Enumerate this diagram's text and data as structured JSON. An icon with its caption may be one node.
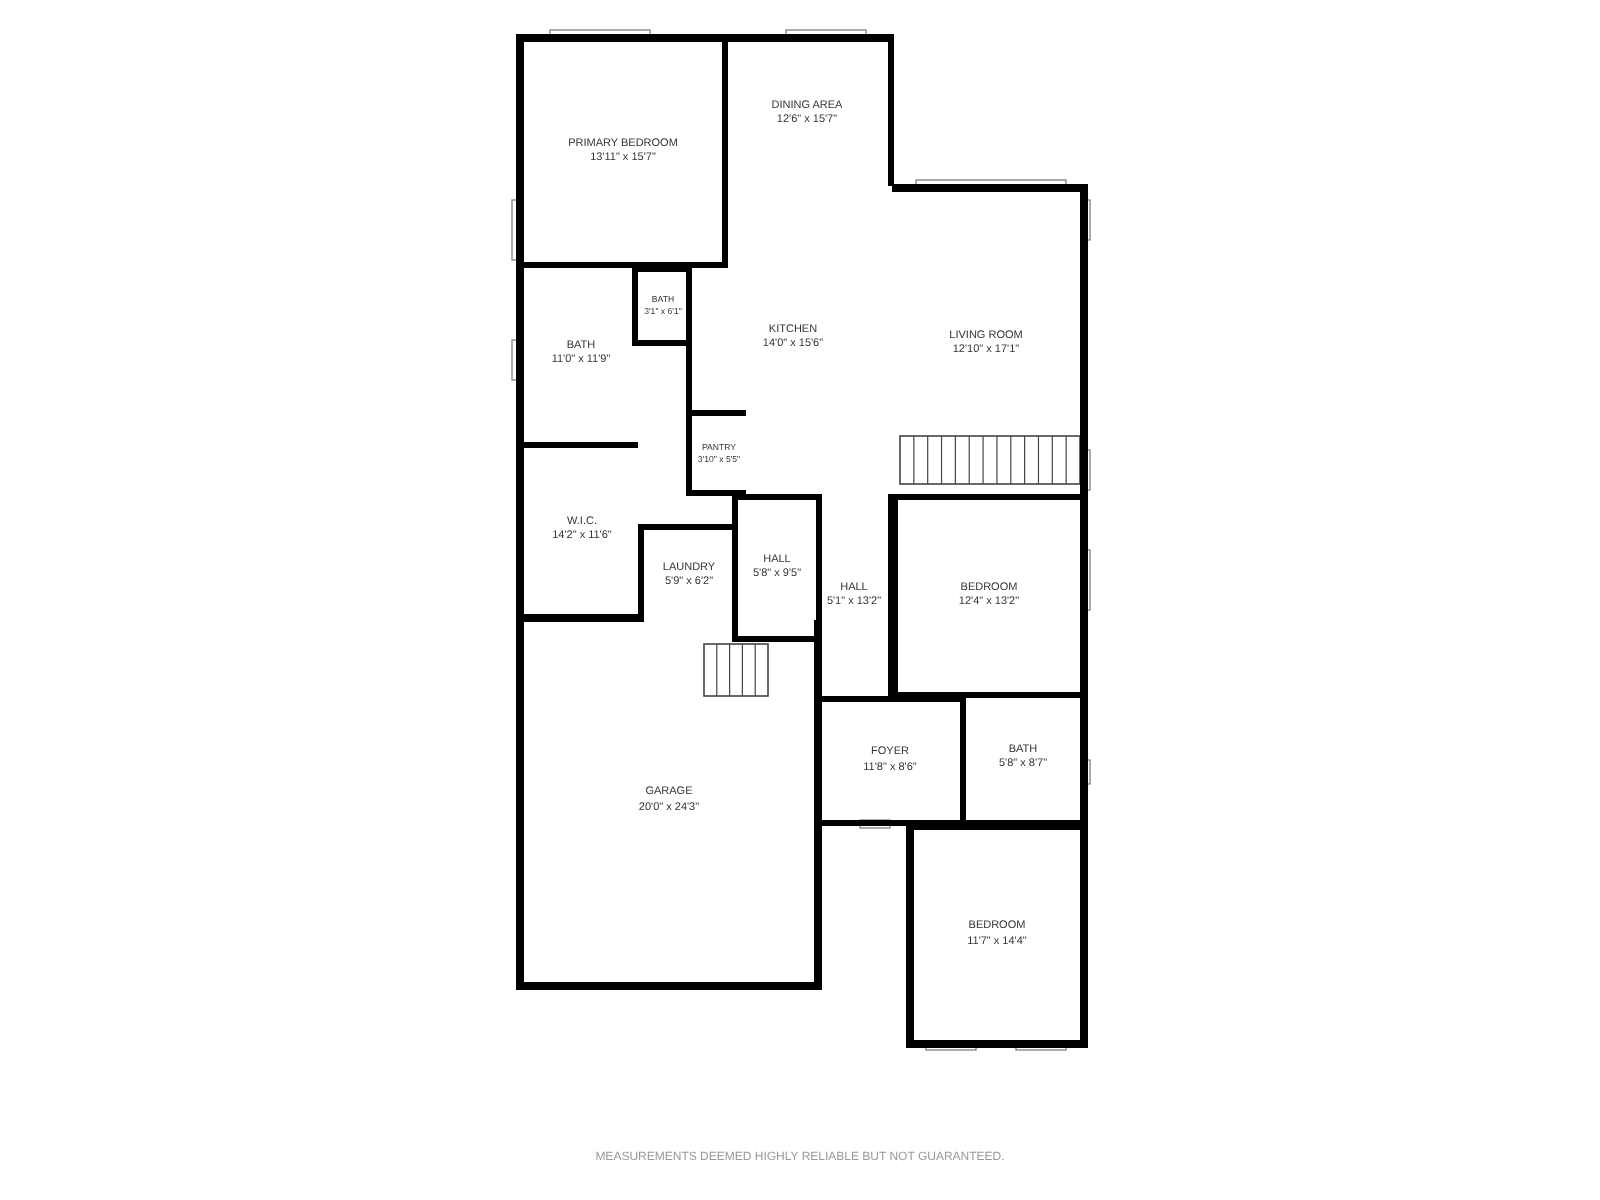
{
  "diagram": {
    "nodes": [
      {
        "text": [
          "PRIMARY BEDROOM",
          "13'11\" x 15'7\""
        ]
      },
      {
        "text": [
          "DINING AREA",
          "12'6\" x 15'7\""
        ]
      },
      {
        "text": [
          "LIVING ROOM",
          "12'10\" x 17'1\""
        ]
      },
      {
        "text": [
          "BATH",
          "3'1\" x 6'1\""
        ]
      },
      {
        "text": [
          "BATH",
          "11'0\" x 11'9\""
        ]
      },
      {
        "text": [
          "KITCHEN",
          "14'0\" x 15'6\""
        ]
      },
      {
        "text": [
          "PANTRY",
          "3'10\" x 5'5\""
        ]
      },
      {
        "text": [
          "W.I.C.",
          "14'2\" x 11'6\""
        ]
      },
      {
        "text": [
          "LAUNDRY",
          "5'9\" x 6'2\""
        ]
      },
      {
        "text": [
          "HALL",
          "5'8\" x 9'5\""
        ]
      },
      {
        "text": [
          "HALL",
          "5'1\" x 13'2\""
        ]
      },
      {
        "text": [
          "BEDROOM",
          "12'4\" x 13'2\""
        ]
      },
      {
        "text": [
          "FOYER",
          "11'8\" x 8'6\""
        ]
      },
      {
        "text": [
          "BATH",
          "5'8\" x 8'7\""
        ]
      },
      {
        "text": [
          "GARAGE",
          "20'0\" x 24'3\""
        ]
      },
      {
        "text": [
          "BEDROOM",
          "11'7\" x 14'4\""
        ]
      }
    ],
    "labels": [
      "MEASUREMENTS DEEMED HIGHLY RELIABLE BUT NOT GUARANTEED."
    ]
  }
}
